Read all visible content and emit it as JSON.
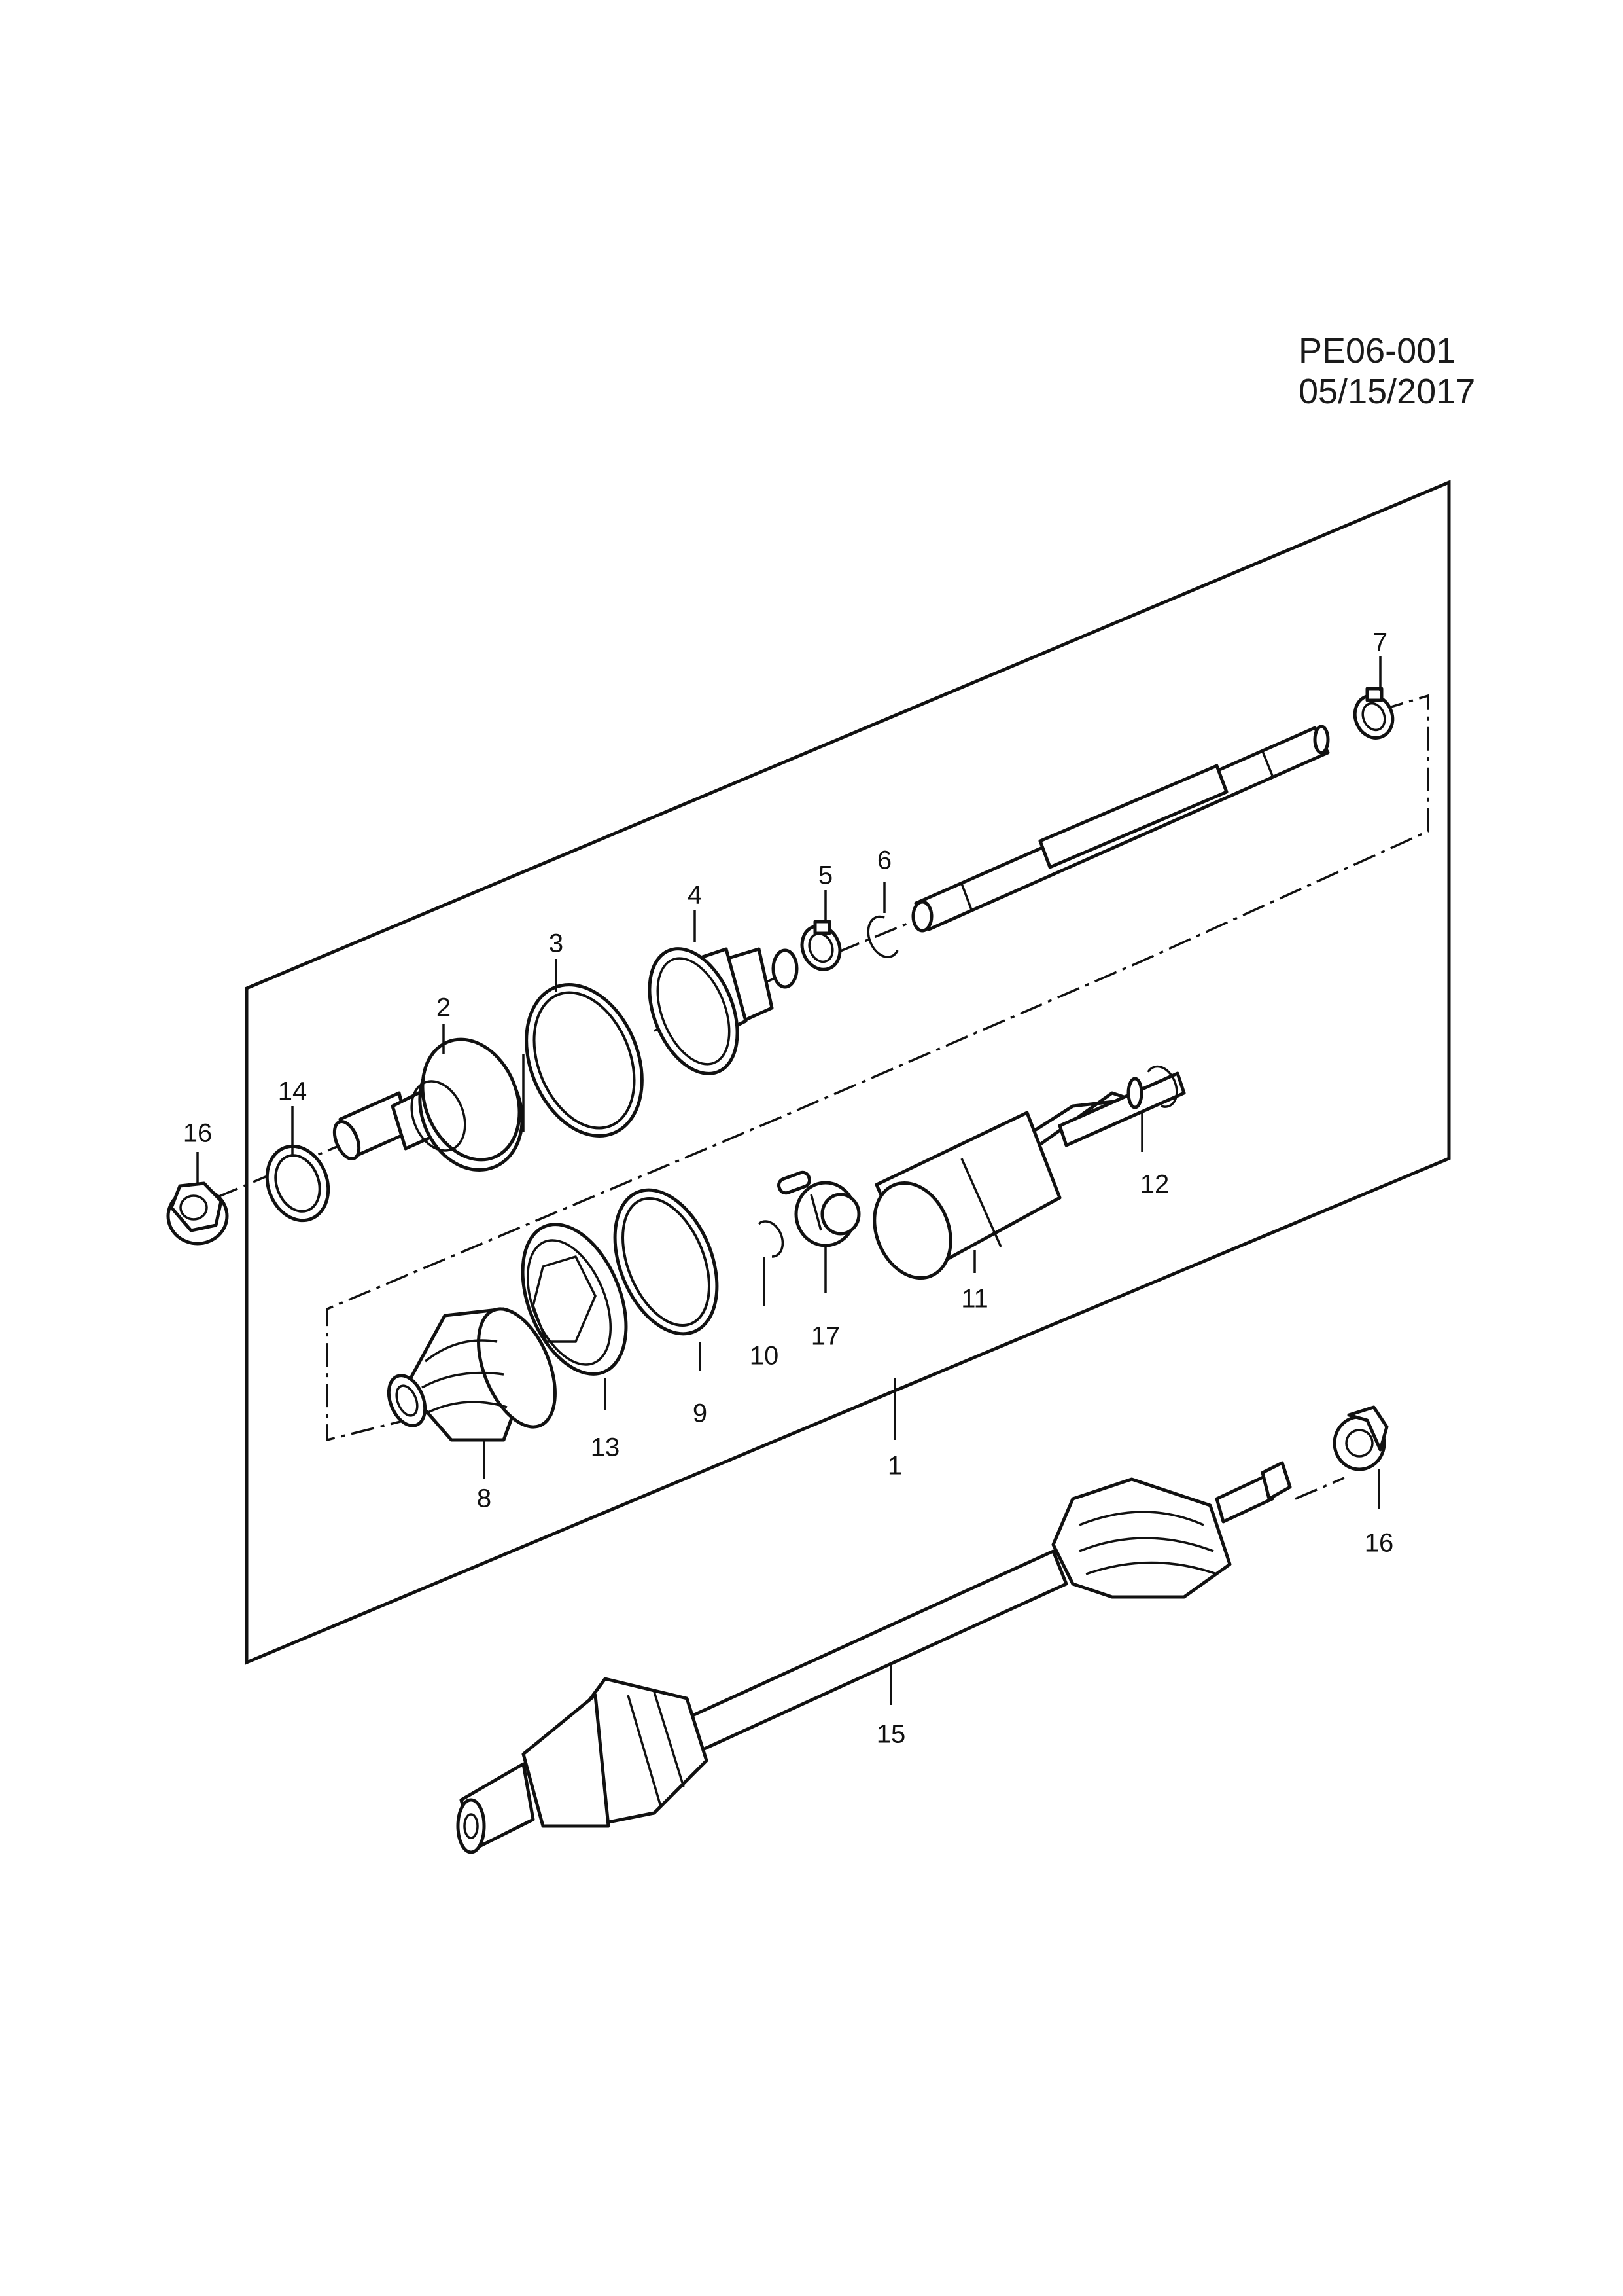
{
  "diagram": {
    "reference": "PE06-001 05/15/2017",
    "callouts": [
      {
        "id": "c1",
        "label": "1"
      },
      {
        "id": "c2",
        "label": "2"
      },
      {
        "id": "c3",
        "label": "3"
      },
      {
        "id": "c4",
        "label": "4"
      },
      {
        "id": "c5",
        "label": "5"
      },
      {
        "id": "c6",
        "label": "6"
      },
      {
        "id": "c7",
        "label": "7"
      },
      {
        "id": "c8",
        "label": "8"
      },
      {
        "id": "c9",
        "label": "9"
      },
      {
        "id": "c10",
        "label": "10"
      },
      {
        "id": "c11",
        "label": "11"
      },
      {
        "id": "c12",
        "label": "12"
      },
      {
        "id": "c13",
        "label": "13"
      },
      {
        "id": "c14",
        "label": "14"
      },
      {
        "id": "c15",
        "label": "15"
      },
      {
        "id": "c16a",
        "label": "16"
      },
      {
        "id": "c16b",
        "label": "16"
      },
      {
        "id": "c17",
        "label": "17"
      }
    ]
  }
}
